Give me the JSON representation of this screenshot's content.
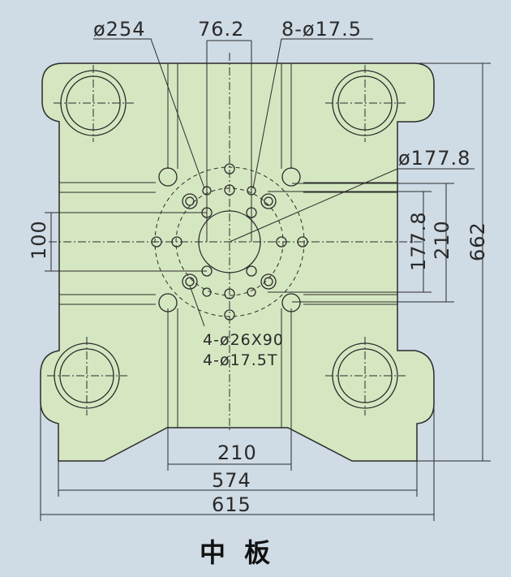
{
  "labels": {
    "d254": "ø254",
    "d76": "76.2",
    "holes8": "8-ø17.5",
    "d177": "ø177.8",
    "h100": "100",
    "v177": "177.8",
    "v210": "210",
    "v662": "662",
    "holes4a": "4-ø26X90",
    "holes4b": "4-ø17.5T",
    "b210": "210",
    "b574": "574",
    "b615": "615"
  },
  "title": "中 板",
  "colors": {
    "background": "#cfdbe5",
    "plate": "#d5e7c1",
    "line": "#2b2b2b"
  }
}
